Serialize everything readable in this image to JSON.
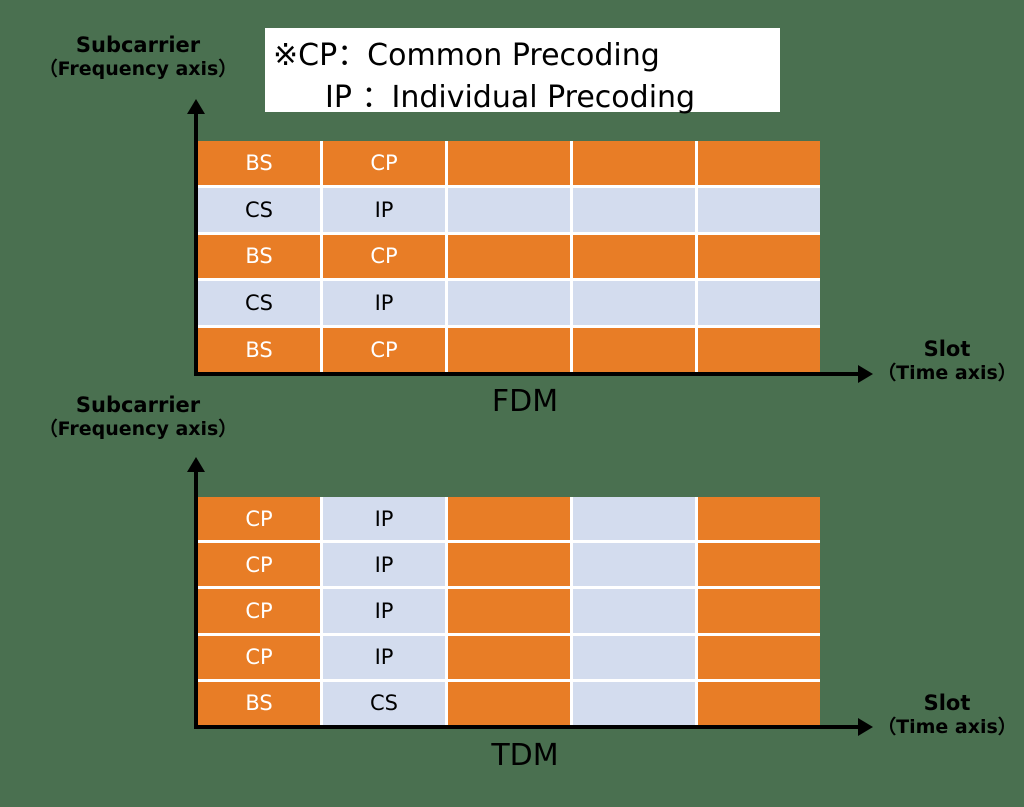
{
  "legend": {
    "line1": "※CP：Common Precoding",
    "line2": "IP ：Individual Precoding"
  },
  "charts": [
    {
      "id": "fdm",
      "caption": "FDM",
      "y_axis": {
        "title": "Subcarrier",
        "sub": "（Frequency axis）"
      },
      "x_axis": {
        "title": "Slot",
        "sub": "（Time axis）"
      },
      "grid": {
        "rows": 5,
        "cols": 5,
        "cells": [
          [
            {
              "label": "BS",
              "fill": "orange"
            },
            {
              "label": "CP",
              "fill": "orange"
            },
            {
              "label": "",
              "fill": "orange"
            },
            {
              "label": "",
              "fill": "orange"
            },
            {
              "label": "",
              "fill": "orange"
            }
          ],
          [
            {
              "label": "CS",
              "fill": "blue"
            },
            {
              "label": "IP",
              "fill": "blue"
            },
            {
              "label": "",
              "fill": "blue"
            },
            {
              "label": "",
              "fill": "blue"
            },
            {
              "label": "",
              "fill": "blue"
            }
          ],
          [
            {
              "label": "BS",
              "fill": "orange"
            },
            {
              "label": "CP",
              "fill": "orange"
            },
            {
              "label": "",
              "fill": "orange"
            },
            {
              "label": "",
              "fill": "orange"
            },
            {
              "label": "",
              "fill": "orange"
            }
          ],
          [
            {
              "label": "CS",
              "fill": "blue"
            },
            {
              "label": "IP",
              "fill": "blue"
            },
            {
              "label": "",
              "fill": "blue"
            },
            {
              "label": "",
              "fill": "blue"
            },
            {
              "label": "",
              "fill": "blue"
            }
          ],
          [
            {
              "label": "BS",
              "fill": "orange"
            },
            {
              "label": "CP",
              "fill": "orange"
            },
            {
              "label": "",
              "fill": "orange"
            },
            {
              "label": "",
              "fill": "orange"
            },
            {
              "label": "",
              "fill": "orange"
            }
          ]
        ]
      }
    },
    {
      "id": "tdm",
      "caption": "TDM",
      "y_axis": {
        "title": "Subcarrier",
        "sub": "（Frequency axis）"
      },
      "x_axis": {
        "title": "Slot",
        "sub": "（Time axis）"
      },
      "grid": {
        "rows": 5,
        "cols": 5,
        "cells": [
          [
            {
              "label": "CP",
              "fill": "orange"
            },
            {
              "label": "IP",
              "fill": "blue"
            },
            {
              "label": "",
              "fill": "orange"
            },
            {
              "label": "",
              "fill": "blue"
            },
            {
              "label": "",
              "fill": "orange"
            }
          ],
          [
            {
              "label": "CP",
              "fill": "orange"
            },
            {
              "label": "IP",
              "fill": "blue"
            },
            {
              "label": "",
              "fill": "orange"
            },
            {
              "label": "",
              "fill": "blue"
            },
            {
              "label": "",
              "fill": "orange"
            }
          ],
          [
            {
              "label": "CP",
              "fill": "orange"
            },
            {
              "label": "IP",
              "fill": "blue"
            },
            {
              "label": "",
              "fill": "orange"
            },
            {
              "label": "",
              "fill": "blue"
            },
            {
              "label": "",
              "fill": "orange"
            }
          ],
          [
            {
              "label": "CP",
              "fill": "orange"
            },
            {
              "label": "IP",
              "fill": "blue"
            },
            {
              "label": "",
              "fill": "orange"
            },
            {
              "label": "",
              "fill": "blue"
            },
            {
              "label": "",
              "fill": "orange"
            }
          ],
          [
            {
              "label": "BS",
              "fill": "orange"
            },
            {
              "label": "CS",
              "fill": "blue"
            },
            {
              "label": "",
              "fill": "orange"
            },
            {
              "label": "",
              "fill": "blue"
            },
            {
              "label": "",
              "fill": "orange"
            }
          ]
        ]
      }
    }
  ],
  "colors": {
    "orange": "#e87d26",
    "blue": "#d3dcee",
    "axis": "#000000",
    "legend_bg": "#ffffff",
    "page_bg": "#4a7050"
  }
}
